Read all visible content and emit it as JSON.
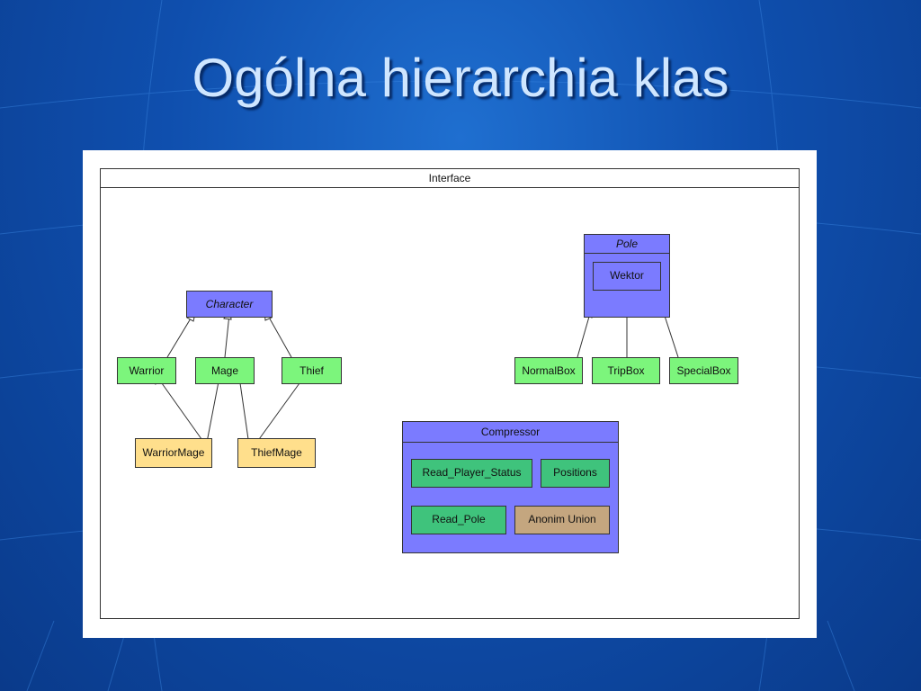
{
  "slide": {
    "title": "Ogólna hierarchia klas"
  },
  "diagram": {
    "interface": {
      "label": "Interface"
    },
    "character": {
      "parent": "Character",
      "children": [
        "Warrior",
        "Mage",
        "Thief"
      ],
      "grandchildren": [
        "WarriorMage",
        "ThiefMage"
      ]
    },
    "pole": {
      "parent": "Pole",
      "inner": "Wektor",
      "children": [
        "NormalBox",
        "TripBox",
        "SpecialBox"
      ]
    },
    "compressor": {
      "label": "Compressor",
      "members": [
        "Read_Player_Status",
        "Positions",
        "Read_Pole",
        "Anonim Union"
      ]
    }
  },
  "colors": {
    "abstract_class": "#7b7bff",
    "class": "#7cf57c",
    "multi_class": "#ffdf8c",
    "member": "#3fc37c",
    "union": "#c4a67f"
  }
}
